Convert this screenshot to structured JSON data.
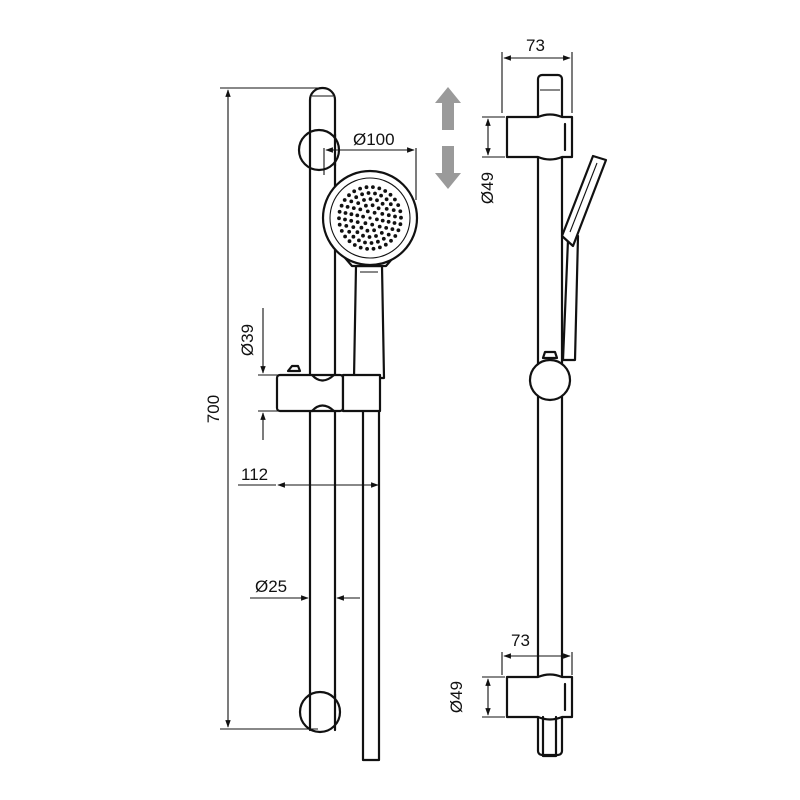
{
  "dimensions": {
    "height_total": "700",
    "head_diameter": "Ø100",
    "holder_diameter": "Ø39",
    "projection": "112",
    "rail_diameter": "Ø25",
    "bracket_depth_top": "73",
    "bracket_diameter_top": "Ø49",
    "bracket_depth_bottom": "73",
    "bracket_diameter_bottom": "Ø49"
  },
  "colors": {
    "line": "#111111",
    "arrow": "#9a9a9a"
  },
  "icons": {
    "adjust_arrow": "up-down-arrow-icon"
  }
}
